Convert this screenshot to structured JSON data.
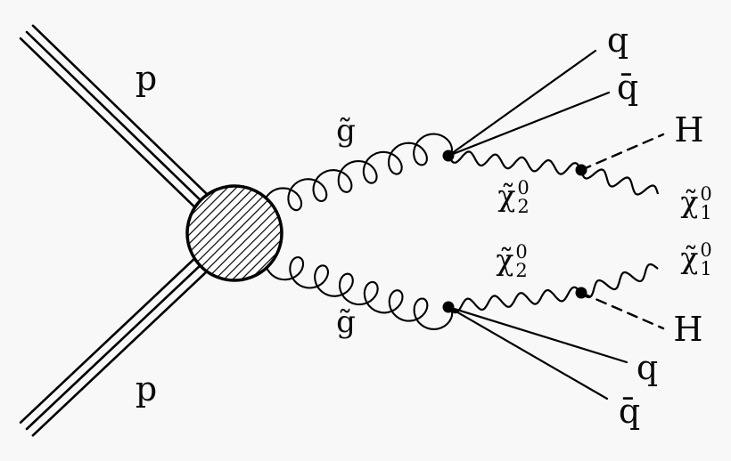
{
  "colors": {
    "background": "#f8f8f8",
    "stroke": "#000000"
  },
  "labels": {
    "proton_top": {
      "base": "p"
    },
    "proton_bottom": {
      "base": "p"
    },
    "gluino_top": {
      "base": "g̃"
    },
    "gluino_bottom": {
      "base": "g̃"
    },
    "quark_top": {
      "base": "q"
    },
    "antiquark_top": {
      "base": "q̄"
    },
    "higgs_top": {
      "base": "H"
    },
    "higgs_bottom": {
      "base": "H"
    },
    "quark_bottom": {
      "base": "q"
    },
    "antiquark_bottom": {
      "base": "q̄"
    },
    "neutralino2_top": {
      "base": "χ̃",
      "sup": "0",
      "sub": "2"
    },
    "neutralino1_top": {
      "base": "χ̃",
      "sup": "0",
      "sub": "1"
    },
    "neutralino2_bottom": {
      "base": "χ̃",
      "sup": "0",
      "sub": "2"
    },
    "neutralino1_bottom": {
      "base": "χ̃",
      "sup": "0",
      "sub": "1"
    }
  }
}
